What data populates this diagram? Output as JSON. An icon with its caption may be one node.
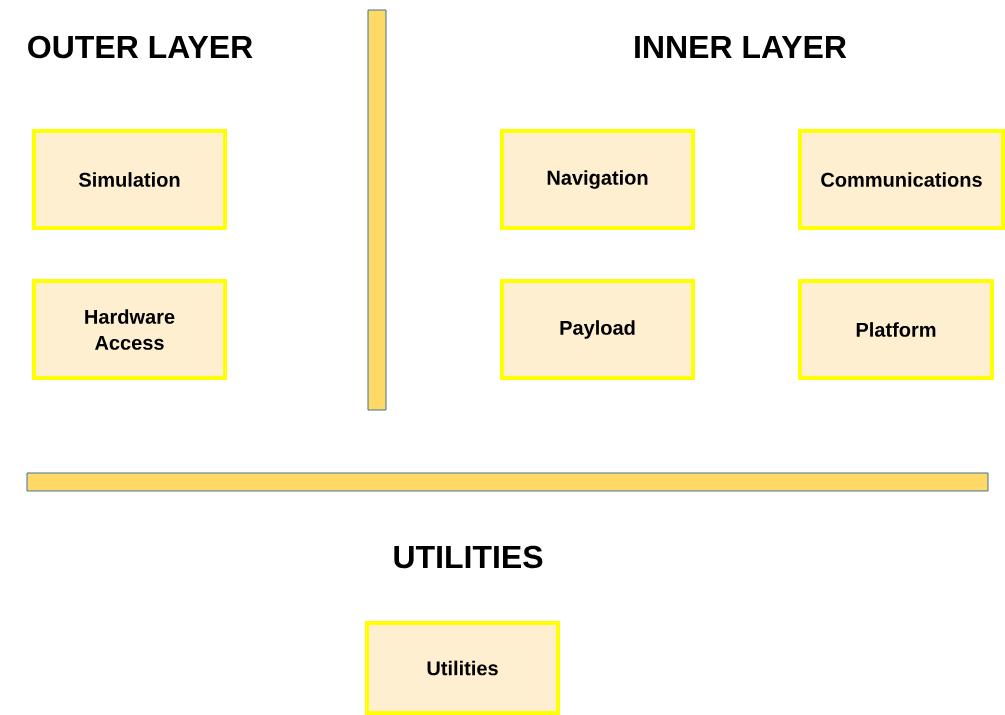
{
  "diagram": {
    "nodes": [
      {
        "text": [
          "Simulation"
        ]
      },
      {
        "text": [
          "Hardware Access"
        ]
      },
      {
        "text": [
          "Navigation"
        ]
      },
      {
        "text": [
          "Communications"
        ]
      },
      {
        "text": [
          "Payload"
        ]
      },
      {
        "text": [
          "Platform"
        ]
      },
      {
        "text": [
          "Utilities"
        ]
      },
      {
        "text": [],
        "shape": "bar"
      },
      {
        "text": [],
        "shape": "bar"
      }
    ],
    "labels": [
      "OUTER LAYER",
      "INNER LAYER",
      "UTILITIES"
    ]
  }
}
